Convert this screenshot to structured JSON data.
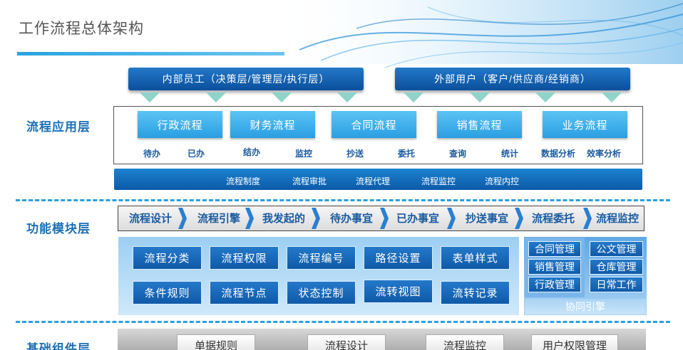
{
  "title": "工作流程总体架构",
  "layers": {
    "application": "流程应用层",
    "function": "功能模块层",
    "base": "基础组件层"
  },
  "users": {
    "internal": "内部员工（决策层/管理层/执行层）",
    "external": "外部用户（客户/供应商/经销商）"
  },
  "app_flows": [
    "行政流程",
    "财务流程",
    "合同流程",
    "销售流程",
    "业务流程"
  ],
  "app_subs": [
    "待办",
    "已办",
    "结办",
    "监控",
    "抄送",
    "委托",
    "查询",
    "统计",
    "数据分析",
    "效率分析"
  ],
  "strip": [
    "流程制度",
    "流程审批",
    "流程代理",
    "流程监控",
    "流程内控"
  ],
  "steps": [
    "流程设计",
    "流程引擎",
    "我发起的",
    "待办事宜",
    "已办事宜",
    "抄送事宜",
    "流程委托",
    "流程监控"
  ],
  "modules": [
    "流程分类",
    "流程权限",
    "流程编号",
    "路径设置",
    "表单样式",
    "条件规则",
    "流程节点",
    "状态控制",
    "流转视图",
    "流转记录"
  ],
  "collab": {
    "left": [
      "合同管理",
      "销售管理",
      "行政管理"
    ],
    "right": [
      "公文管理",
      "仓库管理",
      "日常工作"
    ],
    "footer": "协同引擎"
  },
  "base": [
    "单据规则",
    "流程设计",
    "流程监控",
    "用户权限管理"
  ],
  "colors": {
    "primary": "#0f5aa8",
    "accent": "#2a9fe2",
    "label": "#1b6fb6"
  }
}
